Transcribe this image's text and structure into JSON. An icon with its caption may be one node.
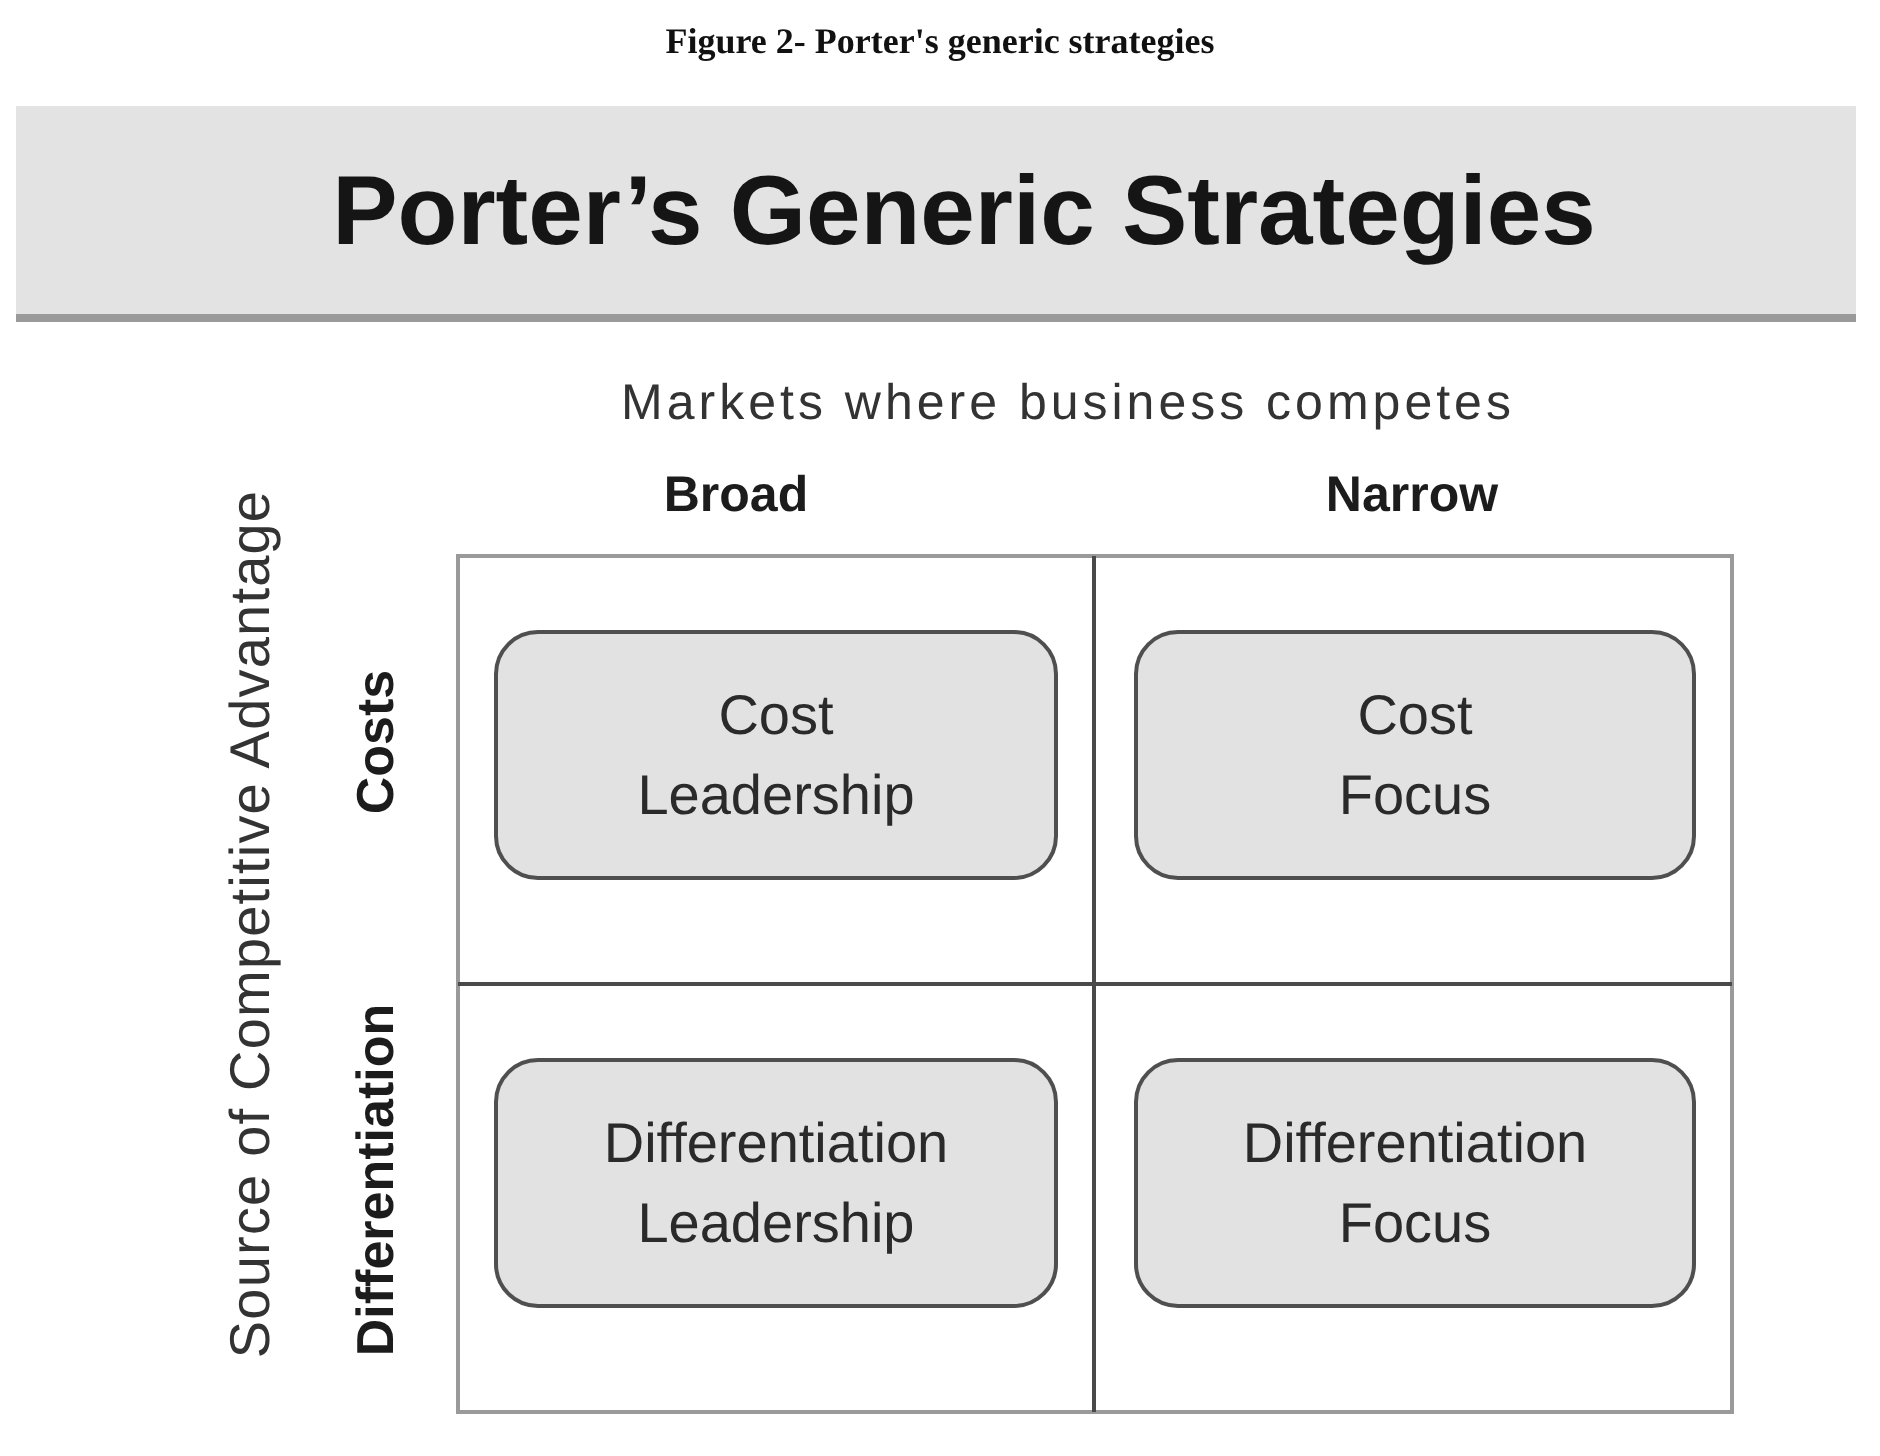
{
  "diagram": {
    "title": "Porter’s Generic Strategies",
    "caption": "Figure 2- Porter's generic strategies",
    "nodes": [
      {
        "text": [
          "Cost Leadership"
        ]
      },
      {
        "text": [
          "Cost Focus"
        ]
      },
      {
        "text": [
          "Differentiation Leadership"
        ]
      },
      {
        "text": [
          "Differentiation Focus"
        ]
      }
    ],
    "labels": [
      "Markets where business competes",
      "Broad",
      "Narrow",
      "Source of Competitive Advantage",
      "Costs",
      "Differentiation"
    ]
  }
}
